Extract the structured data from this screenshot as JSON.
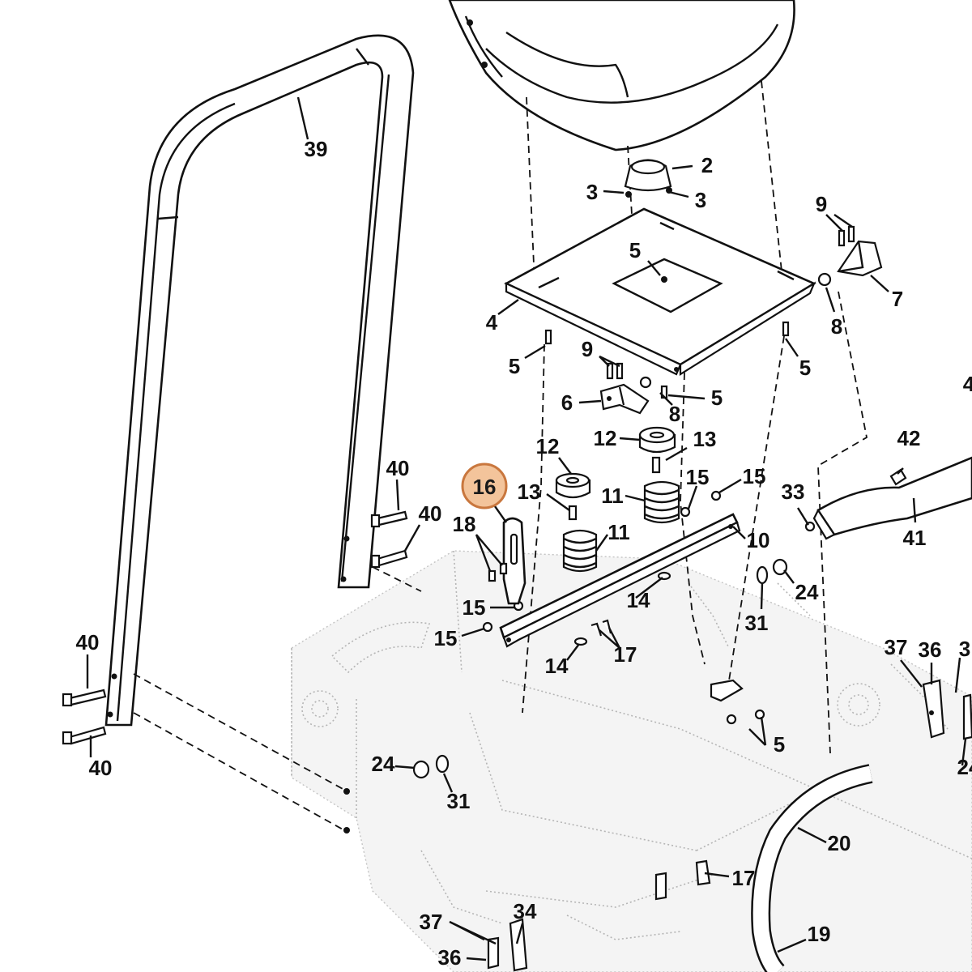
{
  "highlight": {
    "label": "16",
    "color": "#f3c49b",
    "border": "#c9773e"
  },
  "labels": {
    "l39": "39",
    "l2": "2",
    "l3a": "3",
    "l3b": "3",
    "l9a": "9",
    "l5a": "5",
    "l7": "7",
    "l4": "4",
    "l8a": "8",
    "l5b": "5",
    "l9b": "9",
    "l5c": "5",
    "l6": "6",
    "l8b": "8",
    "l5d": "5",
    "l4edge": "4",
    "l12a": "12",
    "l13a": "13",
    "l12b": "12",
    "l15a": "15",
    "l15b": "15",
    "l42": "42",
    "l13b": "13",
    "l11a": "11",
    "l33": "33",
    "l11b": "11",
    "l10": "10",
    "l41": "41",
    "l40a": "40",
    "l40b": "40",
    "l18": "18",
    "l24a": "24",
    "l31a": "31",
    "l14a": "14",
    "l15c": "15",
    "l15d": "15",
    "l17a": "17",
    "l14b": "14",
    "l37a": "37",
    "l36a": "36",
    "l3edge": "3",
    "l40c": "40",
    "l5e": "5",
    "l40d": "40",
    "l24b": "24",
    "l31b": "31",
    "l24edge": "24",
    "l20": "20",
    "l17b": "17",
    "l37b": "37",
    "l34": "34",
    "l19": "19",
    "l36b": "36"
  }
}
